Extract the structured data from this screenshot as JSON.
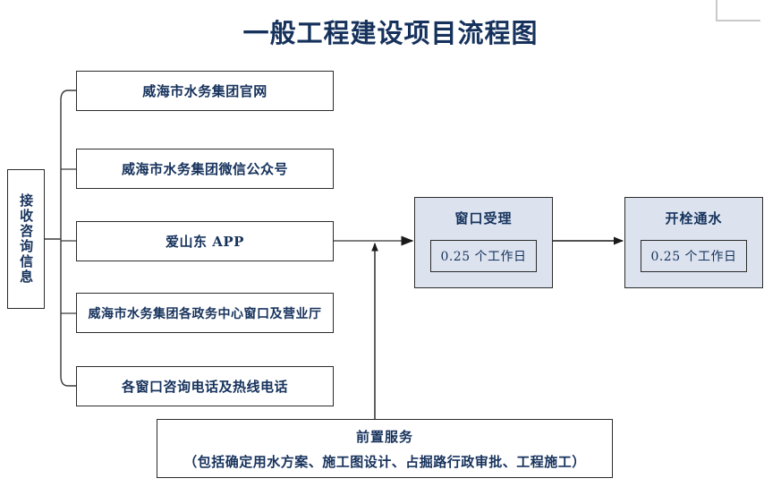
{
  "page": {
    "title": "一般工程建设项目流程图",
    "title_color": "#16325c",
    "background": "#ffffff",
    "box_fill": "#dce3ef",
    "box_border": "#2b2b2b",
    "connector_gray": "#808080",
    "connector_black": "#1a1a1a"
  },
  "entry": {
    "label": "接收咨询信息"
  },
  "channels": [
    {
      "label": "威海市水务集团官网"
    },
    {
      "label": "威海市水务集团微信公众号"
    },
    {
      "label": "爱山东 APP"
    },
    {
      "label": "威海市水务集团各政务中心窗口及营业厅"
    },
    {
      "label": "各窗口咨询电话及热线电话"
    }
  ],
  "stages": [
    {
      "title": "窗口受理",
      "duration": "0.25 个工作日"
    },
    {
      "title": "开栓通水",
      "duration": "0.25 个工作日"
    }
  ],
  "pre_service": {
    "title": "前置服务",
    "detail": "（包括确定用水方案、施工图设计、占掘路行政审批、工程施工）"
  }
}
